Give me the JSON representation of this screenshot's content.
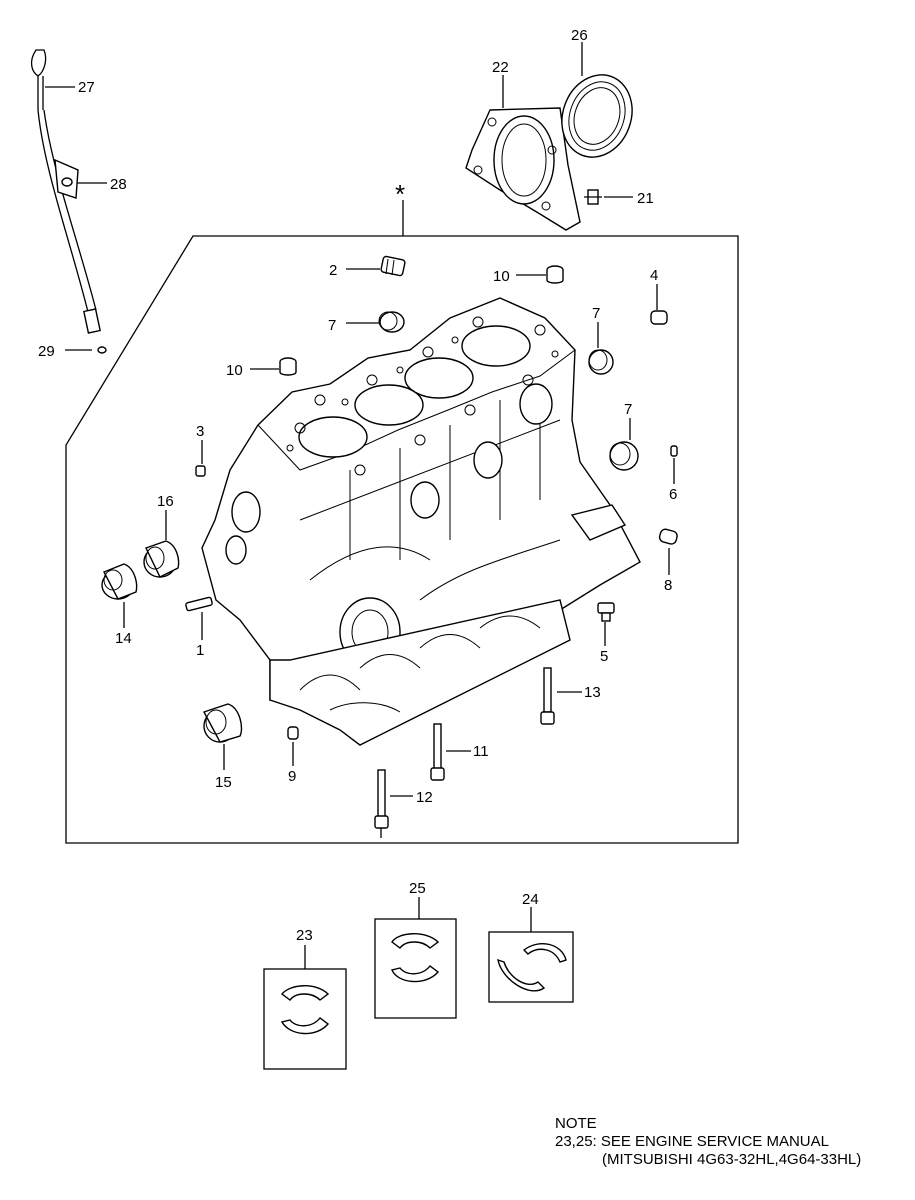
{
  "diagram": {
    "assembly_marker": "*",
    "callouts": [
      {
        "id": "c27",
        "label": "27"
      },
      {
        "id": "c28",
        "label": "28"
      },
      {
        "id": "c29",
        "label": "29"
      },
      {
        "id": "c22",
        "label": "22"
      },
      {
        "id": "c26",
        "label": "26"
      },
      {
        "id": "c21",
        "label": "21"
      },
      {
        "id": "c2",
        "label": "2"
      },
      {
        "id": "c10a",
        "label": "10"
      },
      {
        "id": "c4",
        "label": "4"
      },
      {
        "id": "c7a",
        "label": "7"
      },
      {
        "id": "c7b",
        "label": "7"
      },
      {
        "id": "c10b",
        "label": "10"
      },
      {
        "id": "c7c",
        "label": "7"
      },
      {
        "id": "c3",
        "label": "3"
      },
      {
        "id": "c6",
        "label": "6"
      },
      {
        "id": "c16",
        "label": "16"
      },
      {
        "id": "c8",
        "label": "8"
      },
      {
        "id": "c14",
        "label": "14"
      },
      {
        "id": "c1",
        "label": "1"
      },
      {
        "id": "c5",
        "label": "5"
      },
      {
        "id": "c13",
        "label": "13"
      },
      {
        "id": "c11",
        "label": "11"
      },
      {
        "id": "c9",
        "label": "9"
      },
      {
        "id": "c15",
        "label": "15"
      },
      {
        "id": "c12",
        "label": "12"
      },
      {
        "id": "c25",
        "label": "25"
      },
      {
        "id": "c24",
        "label": "24"
      },
      {
        "id": "c23",
        "label": "23"
      }
    ]
  },
  "note": {
    "heading": "NOTE",
    "line1": "23,25: SEE ENGINE SERVICE MANUAL",
    "line2": "(MITSUBISHI 4G63-32HL,4G64-33HL)"
  }
}
